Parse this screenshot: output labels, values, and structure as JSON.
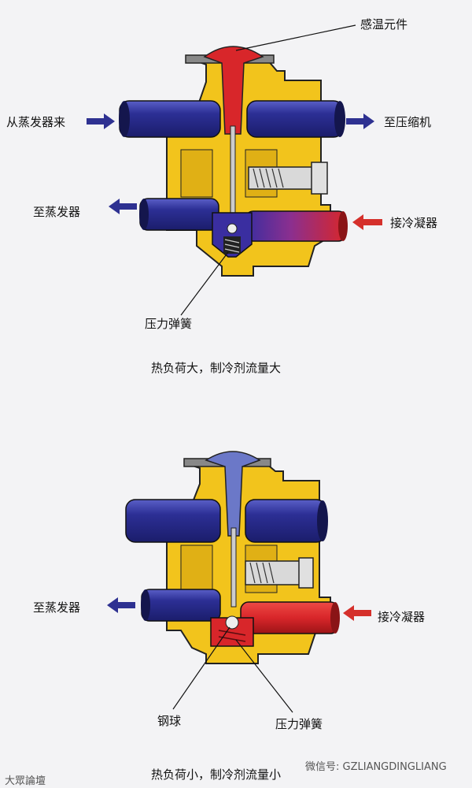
{
  "diagram1": {
    "labels": {
      "sensor": "感温元件",
      "from_evaporator": "从蒸发器来",
      "to_compressor": "至压缩机",
      "to_evaporator": "至蒸发器",
      "from_condenser": "接冷凝器",
      "pressure_spring": "压力弹簧"
    },
    "caption": "热负荷大，制冷剂流量大"
  },
  "diagram2": {
    "labels": {
      "to_evaporator": "至蒸发器",
      "from_condenser": "接冷凝器",
      "steel_ball": "钢球",
      "pressure_spring": "压力弹簧"
    },
    "caption": "热负荷小，制冷剂流量小"
  },
  "watermarks": {
    "left": "大眾論壇",
    "right": "微信号: GZLIANGDINGLIANG"
  },
  "colors": {
    "body": "#f2c41c",
    "pipe": "#2b2e8c",
    "hot": "#d8262a",
    "arrow_blue": "#2e3191",
    "arrow_red": "#d5302b"
  }
}
